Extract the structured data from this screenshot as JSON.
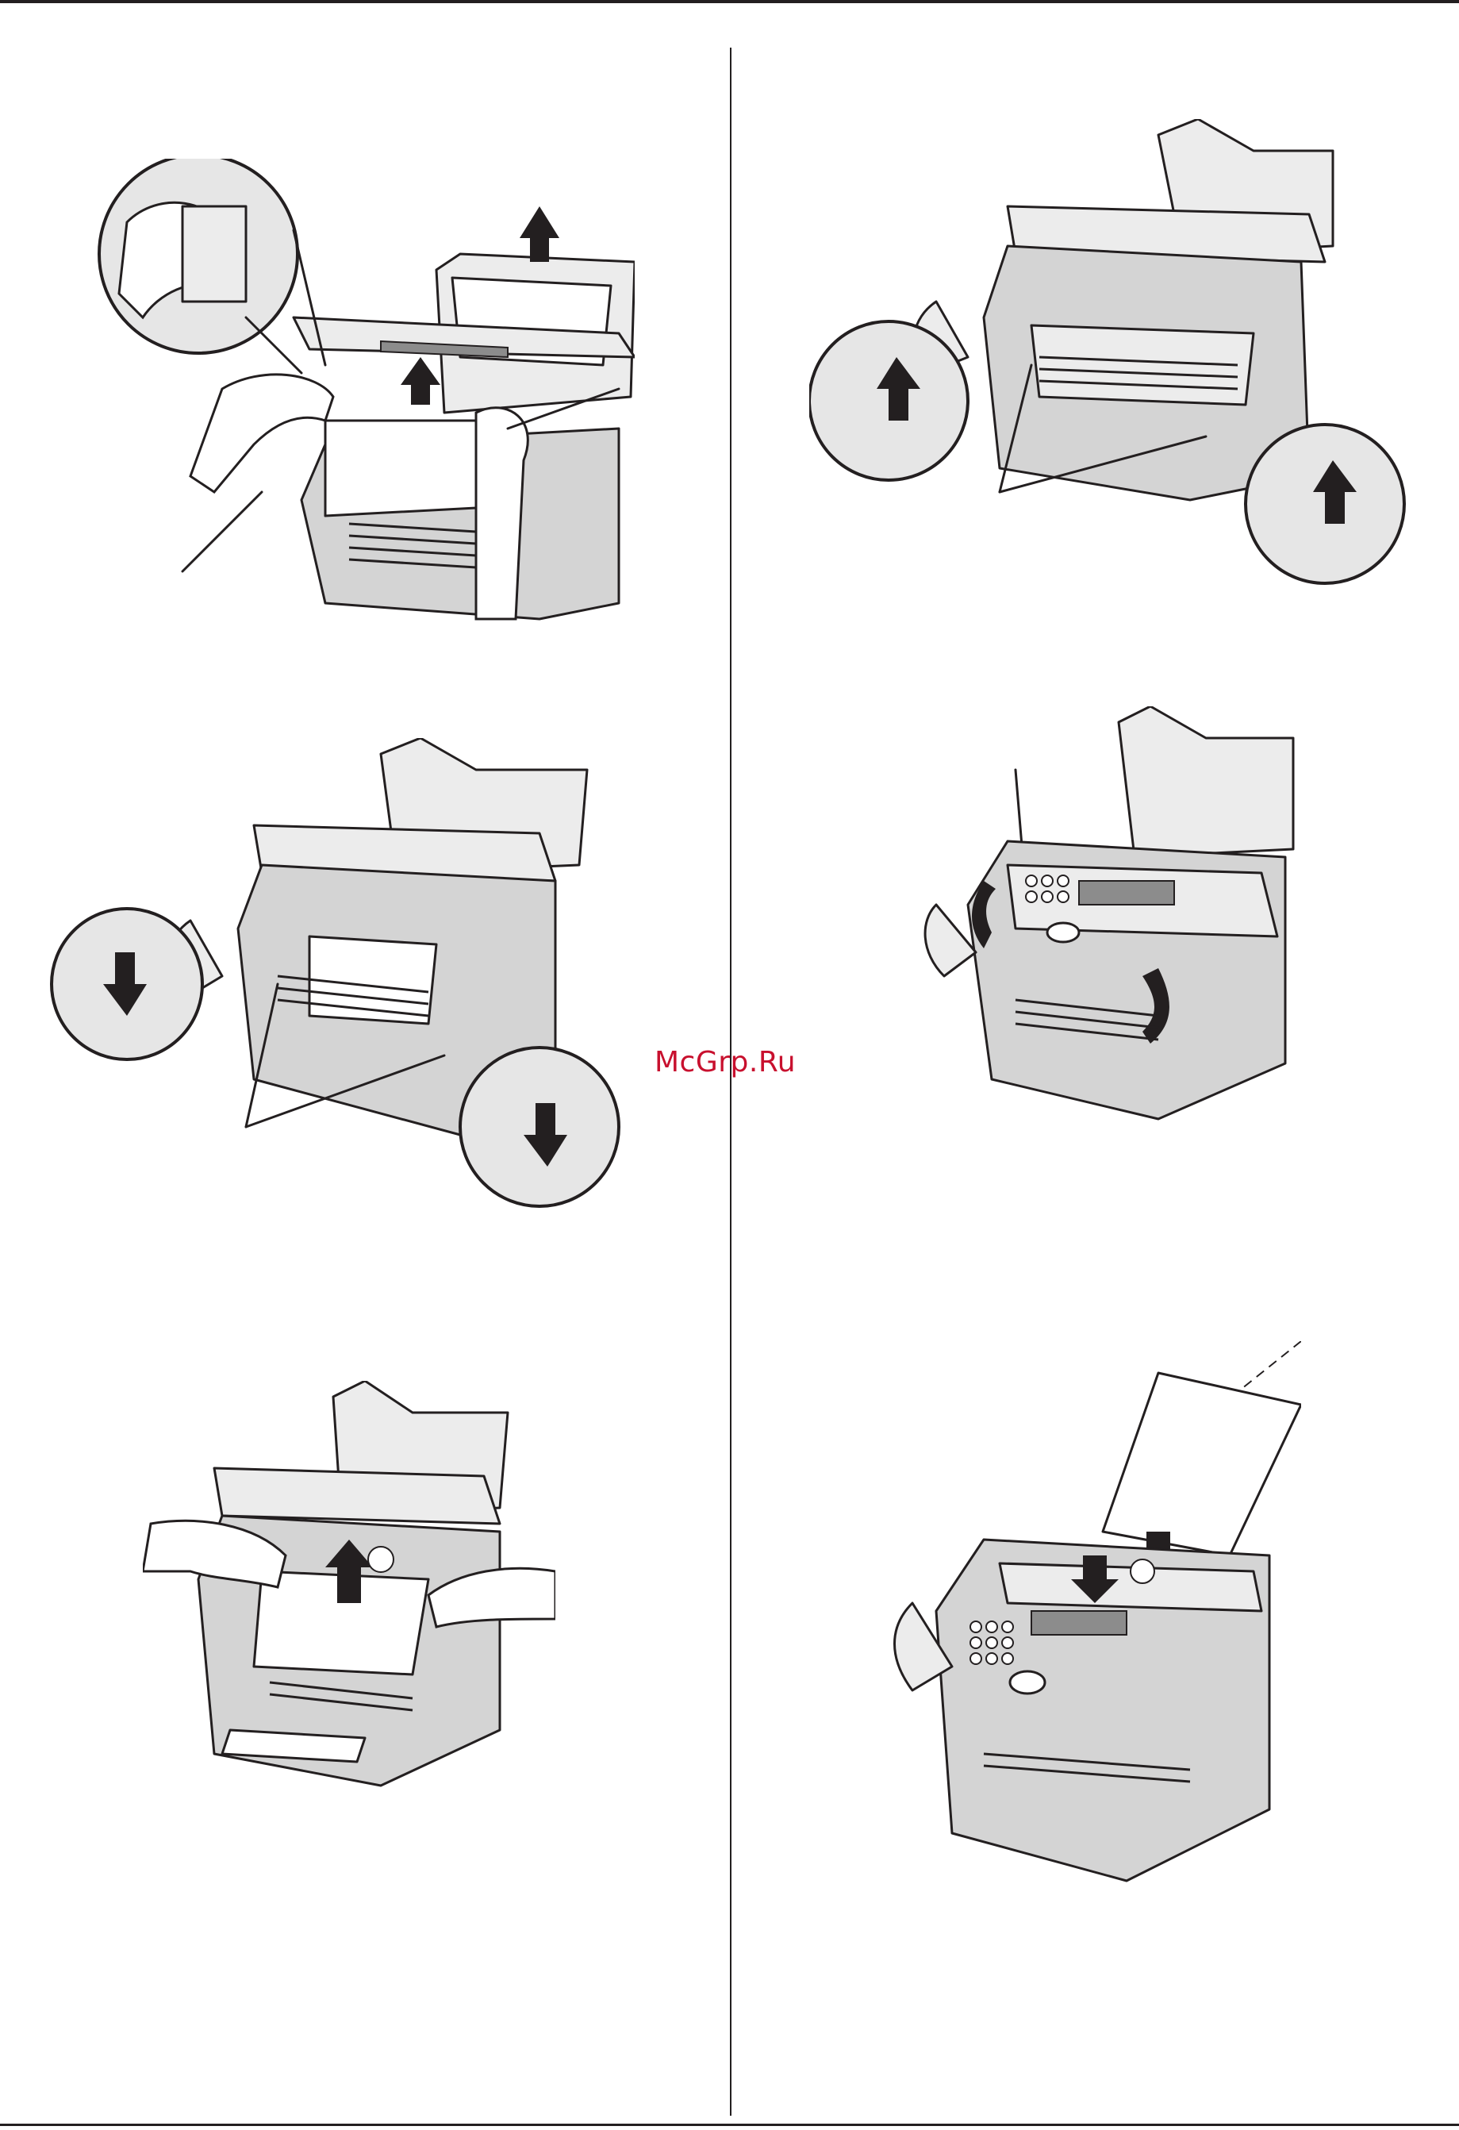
{
  "watermark": {
    "text": "McGrp.Ru"
  },
  "colors": {
    "ink": "#231f20",
    "watermark": "#c8102e",
    "machine_fill": "#d4d4d4",
    "light_fill": "#ececec"
  },
  "figures": [
    {
      "id": "fig-1",
      "icon": "remove-jammed-paper-from-document-tray"
    },
    {
      "id": "fig-2",
      "icon": "push-up-green-levers"
    },
    {
      "id": "fig-3",
      "icon": "pull-down-green-levers"
    },
    {
      "id": "fig-4",
      "icon": "close-cover-with-both-hands"
    },
    {
      "id": "fig-5",
      "icon": "pull-out-jammed-recording-paper"
    },
    {
      "id": "fig-6",
      "icon": "insert-documents-face-down"
    }
  ]
}
